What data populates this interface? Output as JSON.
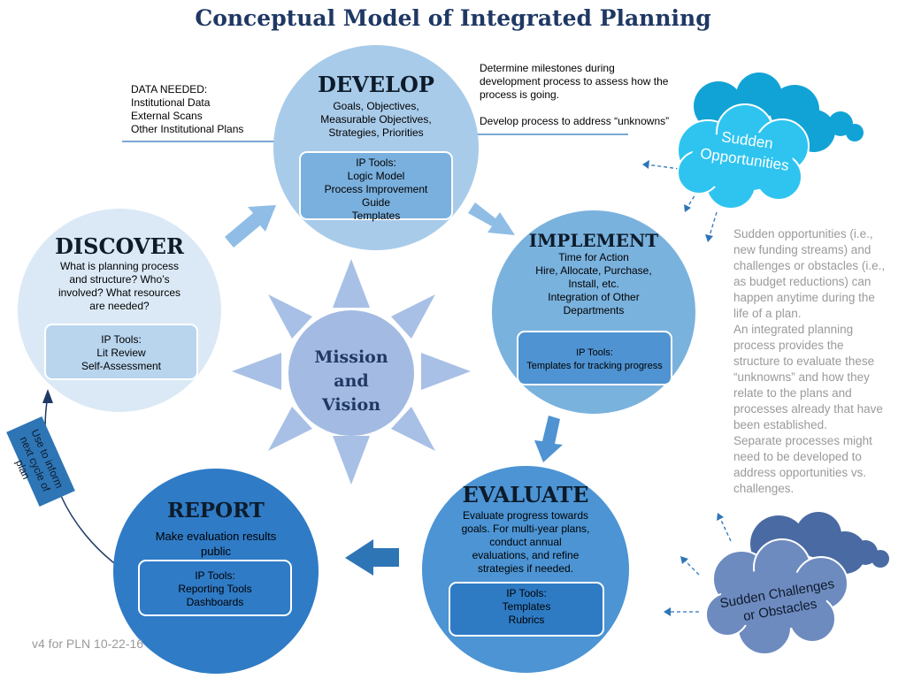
{
  "title": "Conceptual Model of Integrated Planning",
  "data_needed": {
    "lines": [
      "DATA NEEDED:",
      "Institutional Data",
      "External Scans",
      "Other Institutional Plans"
    ]
  },
  "milestones_note": {
    "lines": [
      "Determine milestones during",
      "development process to assess how the",
      "process is going.",
      "",
      "Develop process to address “unknowns”"
    ]
  },
  "develop": {
    "title": "DEVELOP",
    "desc": [
      "Goals, Objectives,",
      "Measurable Objectives,",
      "Strategies, Priorities"
    ],
    "tools": [
      "IP Tools:",
      "Logic Model",
      "Process Improvement",
      "Guide",
      "Templates"
    ]
  },
  "implement": {
    "title": "IMPLEMENT",
    "desc": [
      "Time for Action",
      "Hire, Allocate, Purchase,",
      "Install, etc.",
      "Integration of Other",
      "Departments"
    ],
    "tools": [
      "IP Tools:",
      "Templates for tracking progress"
    ]
  },
  "evaluate": {
    "title": "EVALUATE",
    "desc": [
      "Evaluate progress towards",
      "goals. For multi-year plans,",
      "conduct annual",
      "evaluations, and refine",
      "strategies if needed."
    ],
    "tools": [
      "IP Tools:",
      "Templates",
      "Rubrics"
    ]
  },
  "report": {
    "title": "REPORT",
    "desc": [
      "Make evaluation results",
      "public"
    ],
    "tools": [
      "IP Tools:",
      "Reporting Tools",
      "Dashboards"
    ]
  },
  "discover": {
    "title": "DISCOVER",
    "desc": [
      "What is planning process",
      "and structure? Who’s",
      "involved? What resources",
      "are needed?"
    ],
    "tools": [
      "IP Tools:",
      "Lit Review",
      "Self-Assessment"
    ]
  },
  "center": {
    "lines": [
      "Mission",
      "and",
      "Vision"
    ]
  },
  "feedback_label": {
    "lines": [
      "Use to inform",
      "next cycle of plan"
    ]
  },
  "cloud_opportunities": {
    "lines": [
      "Sudden",
      "Opportunities"
    ]
  },
  "cloud_challenges": {
    "lines": [
      "Sudden Challenges",
      "or Obstacles"
    ]
  },
  "side_note": {
    "lines": [
      "Sudden opportunities (i.e.,",
      "new funding streams) and",
      "challenges or obstacles (i.e.,",
      "as budget reductions) can",
      "happen anytime during the",
      "life of a plan.",
      "An integrated planning",
      "process provides the",
      "structure to evaluate these",
      "“unknowns” and how they",
      "relate to the plans and",
      "processes already that have",
      "been established.",
      "Separate processes might",
      "need to be developed to",
      "address opportunities vs.",
      "challenges."
    ]
  },
  "version": "v4 for PLN 10-22-16",
  "colors": {
    "title": "#1f3864",
    "develop": "#a9cbea",
    "implement": "#7ab2de",
    "evaluate": "#4c94d4",
    "report": "#2f7bc6",
    "discover": "#dbe9f6",
    "center": "#a3bbe2",
    "rays": "#a8c0e6",
    "cloud_opportunities": "#19b7e8",
    "cloud_challenges": "#6b87b8",
    "feedback_box": "#2e75b6",
    "arrows": "#7fb2e0"
  }
}
